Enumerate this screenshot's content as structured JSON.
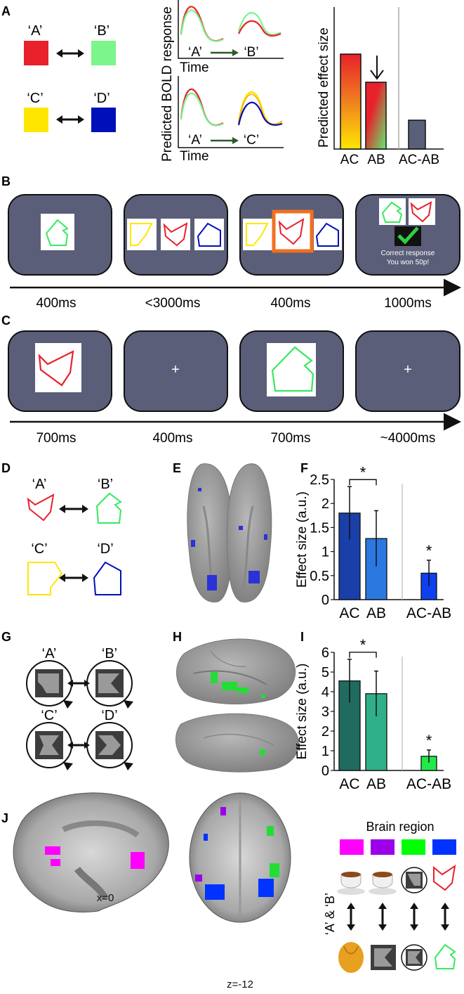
{
  "panel_letters": {
    "a": "A",
    "b": "B",
    "c": "C",
    "d": "D",
    "e": "E",
    "f": "F",
    "g": "G",
    "h": "H",
    "i": "I",
    "j": "J"
  },
  "panelA": {
    "labels": [
      "‘A’",
      "‘B’",
      "‘C’",
      "‘D’"
    ],
    "colors": {
      "red": "#e8212b",
      "green": "#7cf58a",
      "yellow": "#ffe600",
      "blue": "#0010b8"
    },
    "bold_ylabel": "Predicted BOLD response",
    "time_label": "Time",
    "top_from": "‘A’",
    "top_to": "‘B’",
    "bottom_from": "‘A’",
    "bottom_to": "‘C’",
    "effect_ylabel": "Predicted effect size",
    "effect_categories": [
      "AC",
      "AB",
      "AC-AB"
    ]
  },
  "panelB": {
    "durations": [
      "400ms",
      "<3000ms",
      "400ms",
      "1000ms"
    ],
    "feedback_line1": "Correct response",
    "feedback_line2": "You won 50p!"
  },
  "panelC": {
    "durations": [
      "700ms",
      "400ms",
      "700ms",
      "~4000ms"
    ],
    "fixation": "+"
  },
  "panelD": {
    "labels": [
      "‘A’",
      "‘B’",
      "‘C’",
      "‘D’"
    ]
  },
  "panelG": {
    "labels": [
      "‘A’",
      "‘B’",
      "‘C’",
      "‘D’"
    ]
  },
  "panelJ": {
    "x_label": "x=0",
    "z_label": "z=-12",
    "legend_title": "Brain region",
    "pair_label": "‘A’ & ‘B’",
    "region_colors": [
      "#ff00ff",
      "#9b00e8",
      "#00ff00",
      "#0033ff"
    ]
  },
  "chart_data": [
    {
      "type": "bar",
      "panel": "F",
      "ylabel": "Effect size (a.u.)",
      "categories": [
        "AC",
        "AB",
        "AC-AB"
      ],
      "values": [
        1.8,
        1.27,
        0.55
      ],
      "error": [
        0.55,
        0.58,
        0.27
      ],
      "ylim": [
        0,
        2.5
      ],
      "yticks": [
        "0",
        "0.5",
        "1",
        "1.5",
        "2",
        "2.5"
      ],
      "significance": [
        "*",
        "*"
      ],
      "colors": [
        "#1a3fa8",
        "#2a78e0",
        "#0f40f0"
      ]
    },
    {
      "type": "bar",
      "panel": "I",
      "ylabel": "Effect size (a.u.)",
      "categories": [
        "AC",
        "AB",
        "AC-AB"
      ],
      "values": [
        4.55,
        3.9,
        0.72
      ],
      "error": [
        1.1,
        1.15,
        0.32
      ],
      "ylim": [
        0,
        6
      ],
      "yticks": [
        "0",
        "1",
        "2",
        "3",
        "4",
        "5",
        "6"
      ],
      "significance": [
        "*",
        "*"
      ],
      "colors": [
        "#1f6b60",
        "#2fb088",
        "#22e84a"
      ]
    }
  ]
}
